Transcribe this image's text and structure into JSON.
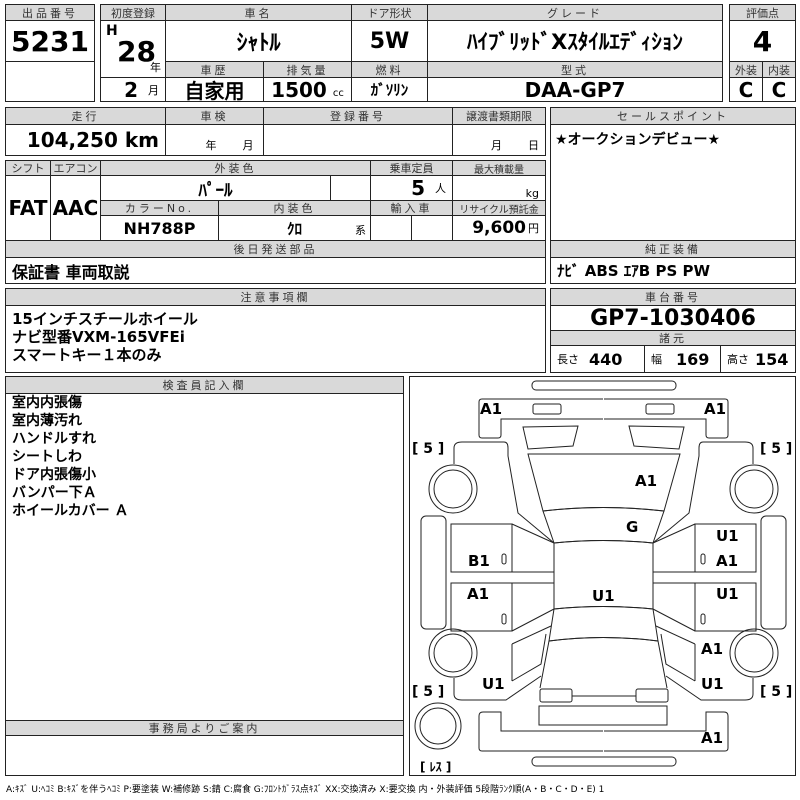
{
  "lot": {
    "label": "出品番号",
    "value": "5231"
  },
  "first_reg": {
    "label": "初度登録",
    "era": "H",
    "year": "28",
    "year_unit": "年",
    "month": "2",
    "month_unit": "月"
  },
  "car_name": {
    "label": "車名",
    "value": "ｼｬﾄﾙ"
  },
  "doors": {
    "label": "ドア形状",
    "value": "5W"
  },
  "grade": {
    "label": "グレード",
    "value": "ﾊｲﾌﾞﾘｯﾄﾞXｽﾀｲﾙｴﾃﾞｨｼｮﾝ"
  },
  "score": {
    "label": "評価点",
    "value": "4",
    "ext_label": "外装",
    "ext": "C",
    "int_label": "内装",
    "int": "C"
  },
  "history": {
    "label": "車歴",
    "value": "自家用"
  },
  "displacement": {
    "label": "排気量",
    "value": "1500",
    "unit": "cc"
  },
  "fuel": {
    "label": "燃料",
    "value": "ｶﾞｿﾘﾝ"
  },
  "model": {
    "label": "型式",
    "value": "DAA-GP7"
  },
  "mileage": {
    "label": "走行",
    "value": "104,250 km"
  },
  "inspection": {
    "label": "車検",
    "year_unit": "年",
    "month_unit": "月"
  },
  "reg_no": {
    "label": "登録番号"
  },
  "doc_deadline": {
    "label": "譲渡書類期限",
    "month_unit": "月",
    "day_unit": "日"
  },
  "sales_point": {
    "label": "セールスポイント",
    "value": "★オークションデビュー★"
  },
  "shift": {
    "label": "シフト",
    "value": "FAT"
  },
  "ac": {
    "label": "エアコン",
    "value": "AAC"
  },
  "ext_color": {
    "label": "外装色",
    "value": "ﾊﾟｰﾙ"
  },
  "capacity": {
    "label": "乗車定員",
    "value": "5",
    "unit": "人"
  },
  "max_load": {
    "label": "最大積載量",
    "unit": "kg"
  },
  "color_no": {
    "label": "カラーNo.",
    "value": "NH788P"
  },
  "int_color": {
    "label": "内装色",
    "value": "ｸﾛ",
    "unit": "系"
  },
  "import": {
    "label": "輸入車"
  },
  "recycle": {
    "label": "リサイクル預託金",
    "value": "9,600",
    "unit": "円"
  },
  "later_parts": {
    "label": "後日発送部品",
    "value": "保証書 車両取説"
  },
  "equipment": {
    "label": "純正装備",
    "value": "ﾅﾋﾞ ABS ｴｱB PS PW"
  },
  "notes": {
    "label": "注意事項欄",
    "lines": [
      "15インチスチールホイール",
      "ナビ型番VXM-165VFEi",
      "スマートキー１本のみ"
    ]
  },
  "chassis": {
    "label": "車台番号",
    "value": "GP7-1030406"
  },
  "specs": {
    "label": "諸元",
    "length_label": "長さ",
    "length": "440",
    "width_label": "幅",
    "width": "169",
    "height_label": "高さ",
    "height": "154"
  },
  "inspector": {
    "label": "検査員記入欄",
    "lines": [
      "室内内張傷",
      "室内薄汚れ",
      "ハンドルすれ",
      "シートしわ",
      "ドア内張傷小",
      "バンパー下Ａ",
      "ホイールカバー Ａ"
    ]
  },
  "office": {
    "label": "事務局よりご案内"
  },
  "diagram": {
    "marks": [
      "A1",
      "A1",
      "A1",
      "G",
      "U1",
      "A1",
      "U1",
      "B1",
      "A1",
      "U1",
      "A1",
      "U1",
      "U1",
      "A1"
    ],
    "tires": [
      "[ 5 ]",
      "[ 5 ]",
      "[ 5 ]",
      "[ 5 ]"
    ],
    "spare": "[ ﾚｽ ]"
  },
  "legend": "A:ｷｽﾞ U:ﾍｺﾐ B:ｷｽﾞを伴うﾍｺﾐ P:要塗装 W:補修跡 S:錆 C:腐食 G:ﾌﾛﾝﾄｶﾞﾗｽ点ｷｽﾞ XX:交換済み X:要交換 内・外装評価 5段階ﾗﾝｸ順(A・B・C・D・E) 1"
}
